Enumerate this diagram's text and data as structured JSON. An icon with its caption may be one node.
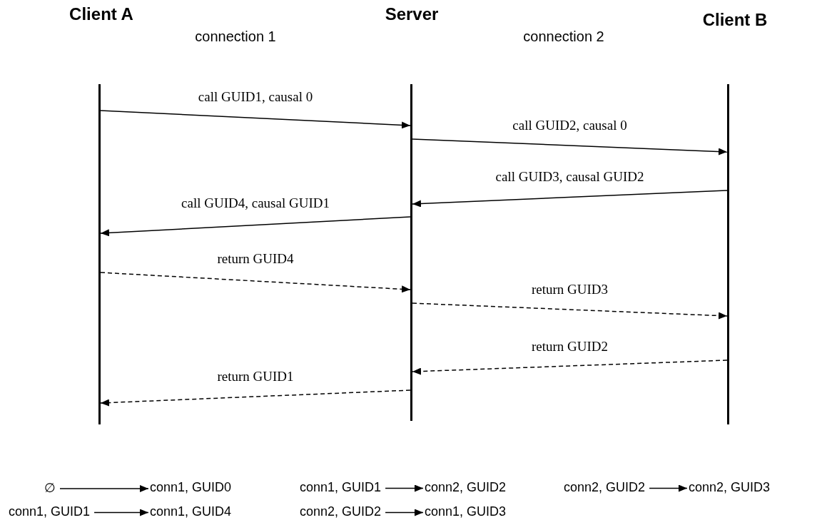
{
  "diagram": {
    "nodes": [
      {
        "text": [
          "Client A"
        ]
      },
      {
        "text": [
          "Server"
        ]
      },
      {
        "text": [
          "Client B"
        ]
      },
      {
        "text": [
          "∅"
        ]
      },
      {
        "text": [
          "conn1, GUID0"
        ]
      },
      {
        "text": [
          "conn1, GUID1"
        ]
      },
      {
        "text": [
          "conn2, GUID2"
        ]
      },
      {
        "text": [
          "conn2, GUID2"
        ]
      },
      {
        "text": [
          "conn2, GUID3"
        ]
      },
      {
        "text": [
          "conn1, GUID1"
        ]
      },
      {
        "text": [
          "conn1, GUID4"
        ]
      },
      {
        "text": [
          "conn2, GUID2"
        ]
      },
      {
        "text": [
          "conn1, GUID3"
        ]
      }
    ],
    "edges": [
      {
        "from": 0,
        "to": 1,
        "arrow": "to",
        "label": "call GUID1, causal 0"
      },
      {
        "from": 1,
        "to": 2,
        "arrow": "to",
        "label": "call GUID2, causal 0"
      },
      {
        "from": 2,
        "to": 1,
        "arrow": "to",
        "label": "call GUID3, causal GUID2"
      },
      {
        "from": 1,
        "to": 0,
        "arrow": "to",
        "label": "call GUID4, causal GUID1"
      },
      {
        "from": 0,
        "to": 1,
        "arrow": "to",
        "label": "return GUID4",
        "style": "dashed"
      },
      {
        "from": 1,
        "to": 2,
        "arrow": "to",
        "label": "return GUID3",
        "style": "dashed"
      },
      {
        "from": 2,
        "to": 1,
        "arrow": "to",
        "label": "return GUID2",
        "style": "dashed"
      },
      {
        "from": 1,
        "to": 0,
        "arrow": "to",
        "label": "return GUID1",
        "style": "dashed"
      },
      {
        "from": 3,
        "to": 4,
        "arrow": "to"
      },
      {
        "from": 5,
        "to": 6,
        "arrow": "to"
      },
      {
        "from": 7,
        "to": 8,
        "arrow": "to"
      },
      {
        "from": 9,
        "to": 10,
        "arrow": "to"
      },
      {
        "from": 11,
        "to": 12,
        "arrow": "to"
      }
    ],
    "labels": [
      "connection 1",
      "connection 2"
    ]
  }
}
